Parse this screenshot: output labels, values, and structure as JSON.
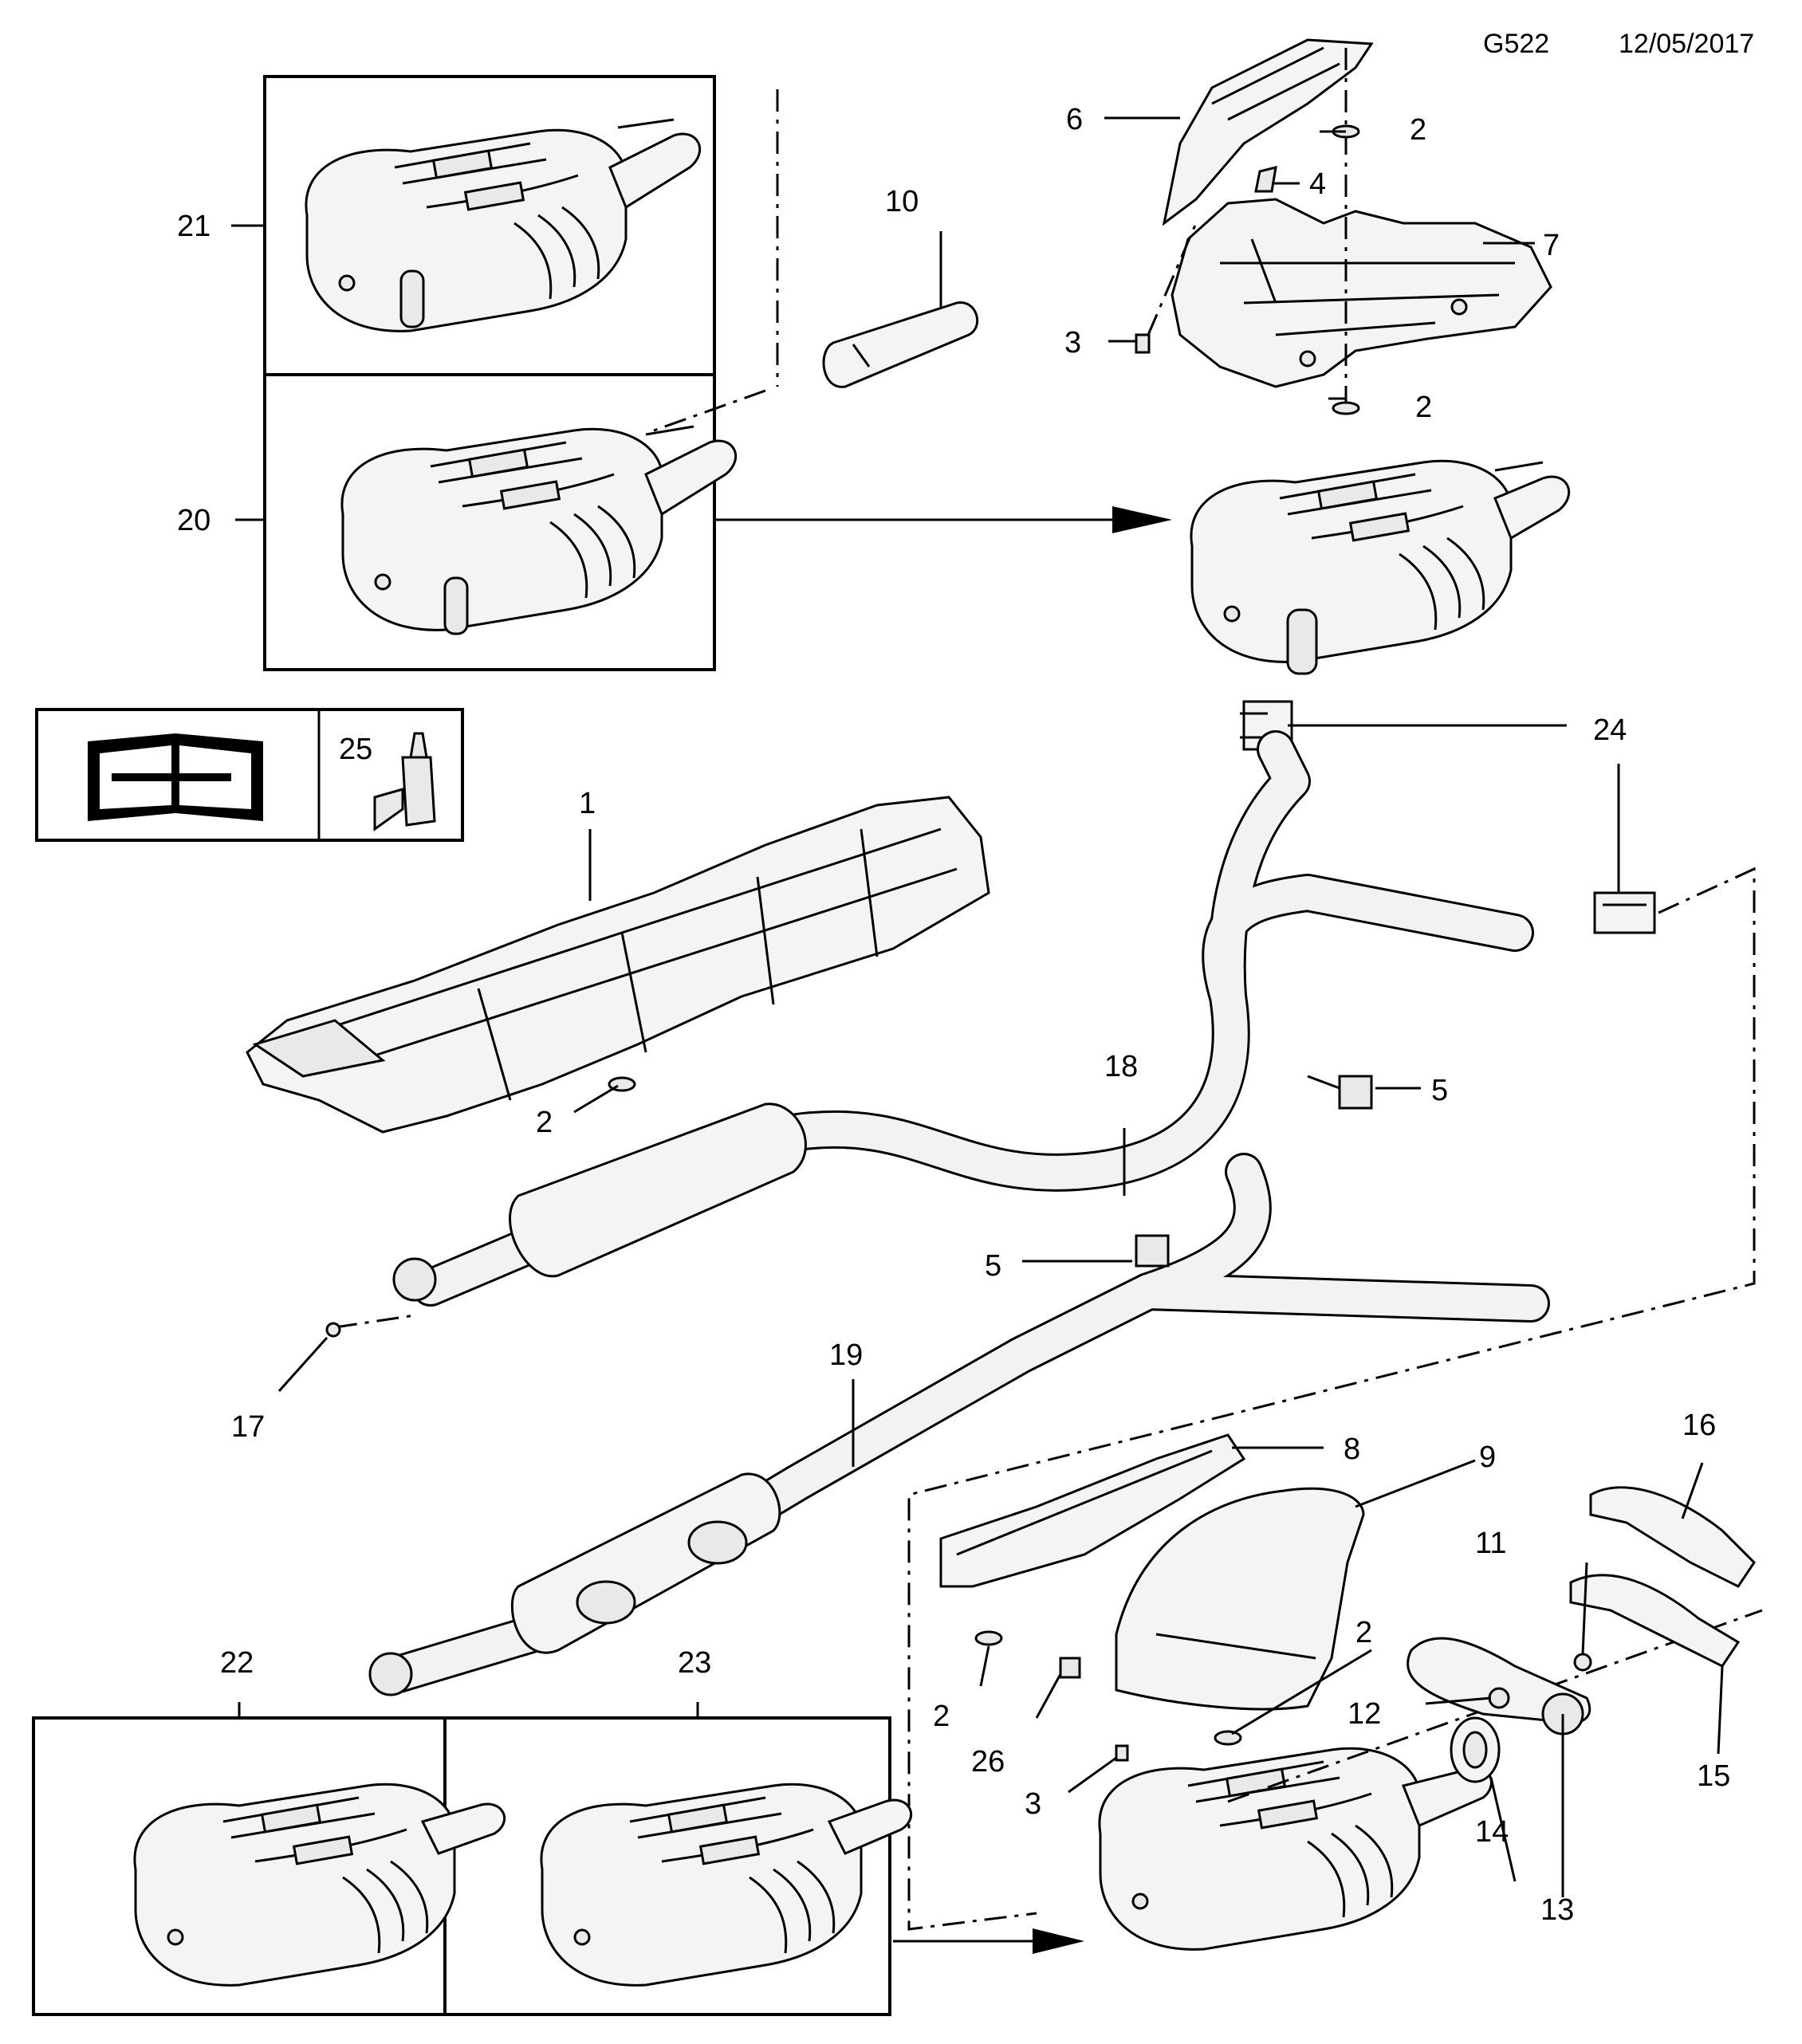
{
  "header": {
    "code": "G522",
    "date": "12/05/2017"
  },
  "callouts": {
    "c1": "1",
    "c2a": "2",
    "c2b": "2",
    "c2c": "2",
    "c2d": "2",
    "c2e": "2",
    "c3a": "3",
    "c3b": "3",
    "c4": "4",
    "c5a": "5",
    "c5b": "5",
    "c6": "6",
    "c7": "7",
    "c8": "8",
    "c9": "9",
    "c10": "10",
    "c11": "11",
    "c12": "12",
    "c13": "13",
    "c14": "14",
    "c15": "15",
    "c16": "16",
    "c17": "17",
    "c18": "18",
    "c19": "19",
    "c20": "20",
    "c21": "21",
    "c22": "22",
    "c23": "23",
    "c24": "24",
    "c25": "25",
    "c26": "26"
  },
  "icons": {
    "manual": "repair-manual-icon",
    "sealant": "sealant-bottle-icon"
  }
}
